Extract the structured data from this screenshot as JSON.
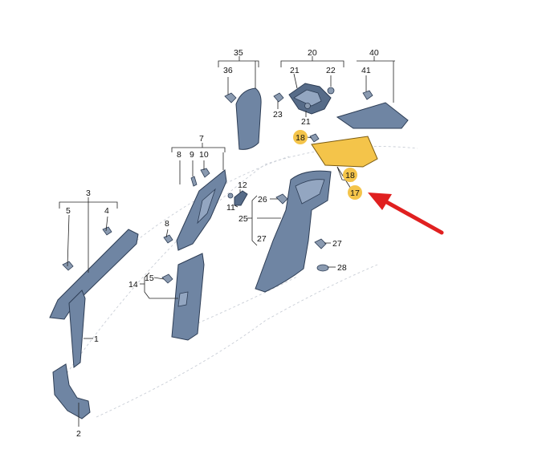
{
  "callouts": [
    {
      "id": "c35",
      "text": "35"
    },
    {
      "id": "c36",
      "text": "36"
    },
    {
      "id": "c20",
      "text": "20"
    },
    {
      "id": "c21a",
      "text": "21"
    },
    {
      "id": "c22",
      "text": "22"
    },
    {
      "id": "c21b",
      "text": "21"
    },
    {
      "id": "c23",
      "text": "23"
    },
    {
      "id": "c40",
      "text": "40"
    },
    {
      "id": "c41",
      "text": "41"
    },
    {
      "id": "c7",
      "text": "7"
    },
    {
      "id": "c8a",
      "text": "8"
    },
    {
      "id": "c9",
      "text": "9"
    },
    {
      "id": "c10",
      "text": "10"
    },
    {
      "id": "c12",
      "text": "12"
    },
    {
      "id": "c11",
      "text": "11"
    },
    {
      "id": "c26",
      "text": "26"
    },
    {
      "id": "c25",
      "text": "25"
    },
    {
      "id": "c27a",
      "text": "27"
    },
    {
      "id": "c27b",
      "text": "27"
    },
    {
      "id": "c28",
      "text": "28"
    },
    {
      "id": "c3",
      "text": "3"
    },
    {
      "id": "c5",
      "text": "5"
    },
    {
      "id": "c4",
      "text": "4"
    },
    {
      "id": "c8b",
      "text": "8"
    },
    {
      "id": "c15",
      "text": "15"
    },
    {
      "id": "c14",
      "text": "14"
    },
    {
      "id": "c1",
      "text": "1"
    },
    {
      "id": "c2",
      "text": "2"
    }
  ],
  "highlighted": [
    {
      "id": "h18a",
      "text": "18"
    },
    {
      "id": "h18b",
      "text": "18"
    },
    {
      "id": "h17",
      "text": "17"
    }
  ],
  "colors": {
    "highlight": "#f4c44a",
    "arrow": "#e02020",
    "trim": "#6f85a3"
  }
}
